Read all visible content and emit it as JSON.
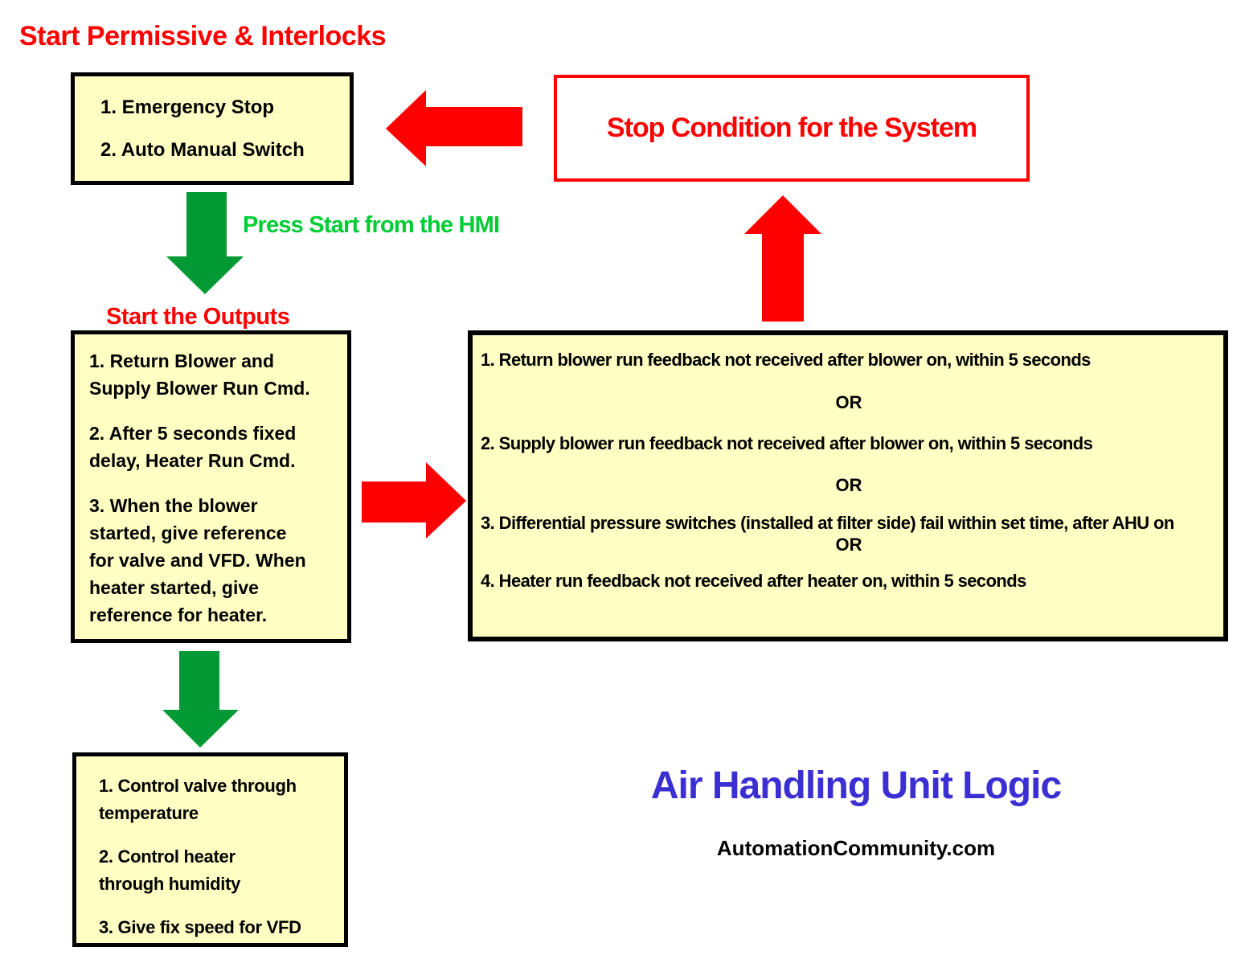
{
  "header": {
    "title": "Start Permissive & Interlocks"
  },
  "permissive_box": {
    "items": [
      "1. Emergency Stop",
      "2. Auto Manual Switch"
    ]
  },
  "stop_box": {
    "text": "Stop Condition for the System"
  },
  "labels": {
    "press_start_hmi": "Press Start from the HMI",
    "start_the_outputs": "Start the Outputs"
  },
  "outputs_box": {
    "items": [
      {
        "lines": [
          "1. Return Blower and",
          "Supply Blower Run Cmd."
        ]
      },
      {
        "lines": [
          "2. After 5 seconds fixed",
          "delay, Heater Run Cmd."
        ]
      },
      {
        "lines": [
          "3. When the blower",
          "started, give reference",
          "for valve and VFD. When",
          "heater started, give",
          "reference for heater."
        ]
      }
    ]
  },
  "stop_conditions_box": {
    "separator": "OR",
    "items": [
      "1. Return blower run feedback not received after blower on, within 5 seconds",
      "2. Supply blower run feedback not received after blower on, within 5 seconds",
      "3. Differential pressure switches (installed at filter side) fail within set time, after AHU on",
      "4. Heater run feedback not received after heater on, within 5 seconds"
    ]
  },
  "control_box": {
    "items": [
      {
        "lines": [
          "1. Control valve through",
          "temperature"
        ]
      },
      {
        "lines": [
          "2. Control heater",
          "through humidity"
        ]
      },
      {
        "lines": [
          "3. Give fix speed for VFD"
        ]
      }
    ]
  },
  "footer": {
    "diagram_title": "Air Handling Unit Logic",
    "credit": "AutomationCommunity.com"
  },
  "colors": {
    "red": "#FF0000",
    "green_arrow": "#009933",
    "green_text": "#00CC33",
    "yellow_box_fill": "#FFFFC4",
    "box_border": "#000000",
    "blue_title": "#3B2FD3"
  }
}
